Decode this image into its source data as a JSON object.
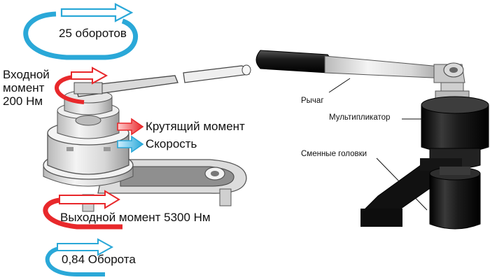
{
  "left_diagram": {
    "turns_top": "25 оборотов",
    "input_moment_line1": "Входной",
    "input_moment_line2": "момент",
    "input_moment_line3": "200 Нм",
    "legend_torque": "Крутящий момент",
    "legend_speed": "Скорость",
    "output_moment": "Выходной момент 5300 Нм",
    "turns_bottom": "0,84 Оборота"
  },
  "right_diagram": {
    "label_lever": "Рычаг",
    "label_multiplier": "Мультипликатор",
    "label_heads": "Сменные головки"
  },
  "colors": {
    "torque_arrow": "#e8282b",
    "speed_arrow": "#2aa8d8",
    "metal_light": "#e6e6e6",
    "metal_dark": "#1a1a1a"
  }
}
